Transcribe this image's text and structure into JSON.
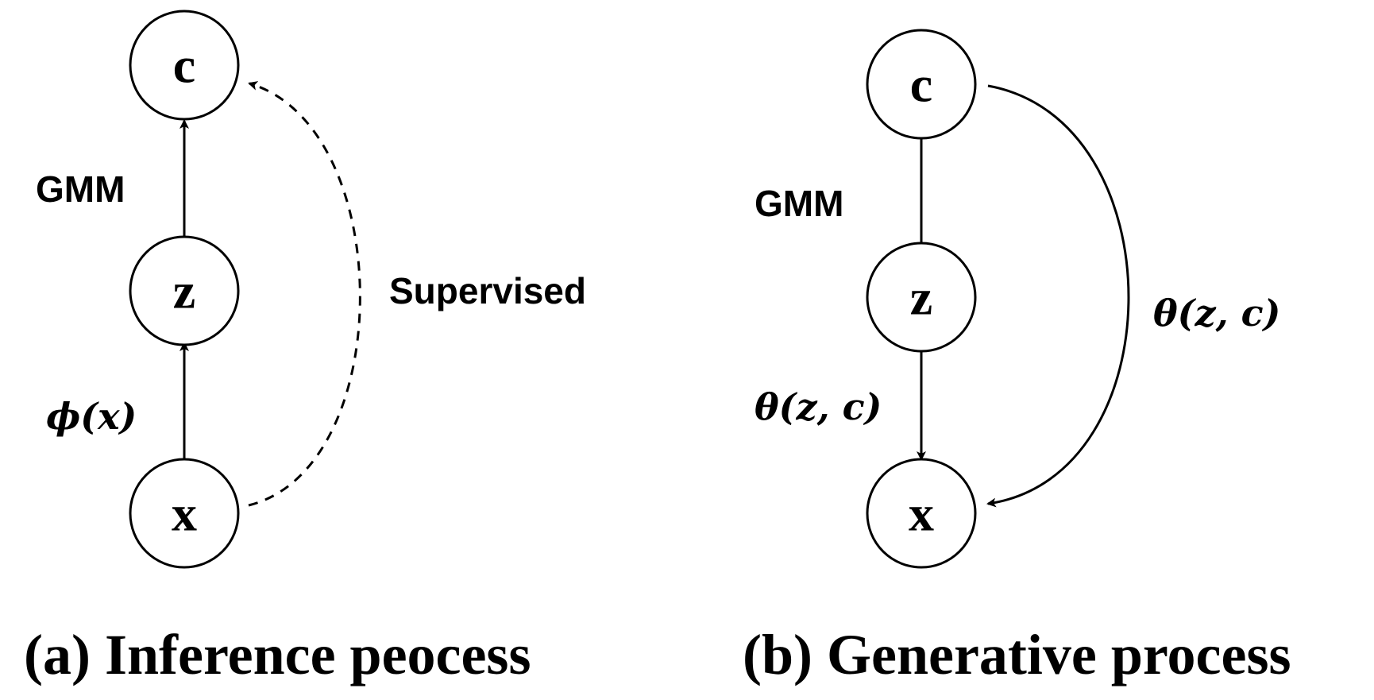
{
  "panel_a": {
    "nodes": {
      "top": "c",
      "middle": "z",
      "bottom": "x"
    },
    "edge_labels": {
      "z_to_c": "GMM",
      "x_to_z": "ϕ(x)",
      "x_to_c_dashed": "Supervised"
    },
    "caption": "(a) Inference peocess"
  },
  "panel_b": {
    "nodes": {
      "top": "c",
      "middle": "z",
      "bottom": "x"
    },
    "edge_labels": {
      "c_to_z": "GMM",
      "z_to_x": "θ(z, c)",
      "c_to_x_curved": "θ(z, c)"
    },
    "caption": "(b) Generative process"
  }
}
